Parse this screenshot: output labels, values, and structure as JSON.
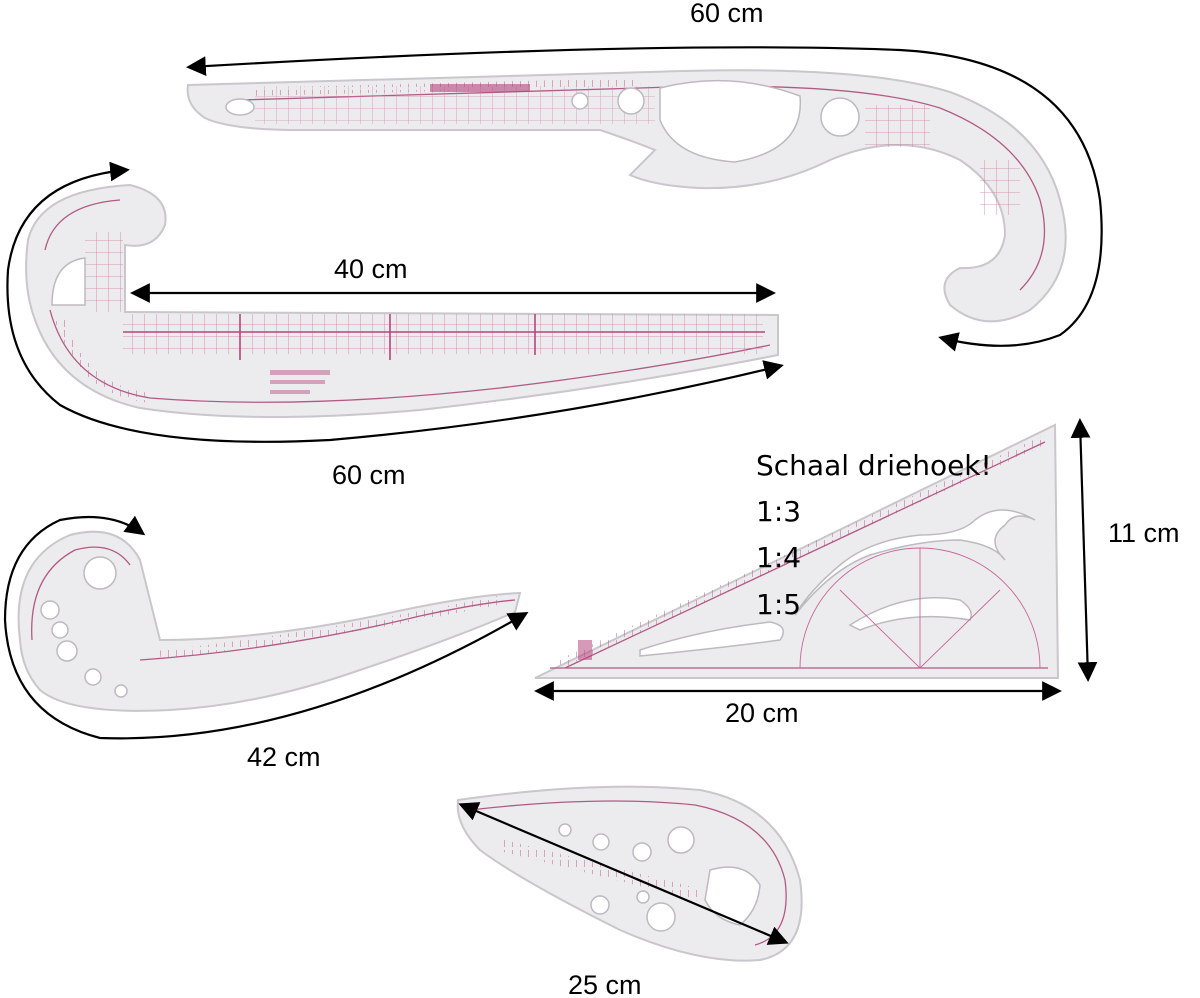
{
  "image": {
    "description_colors": {
      "background": "#ffffff",
      "ruler_body": "#ecebee",
      "ruler_markings": "#c9679a",
      "arrows_and_text": "#000000"
    }
  },
  "labels": {
    "top_curve_length": "60 cm",
    "l_ruler_width": "40 cm",
    "l_ruler_length": "60 cm",
    "french_curve_length": "42 cm",
    "triangle_base": "20 cm",
    "triangle_height": "11 cm",
    "teardrop_length": "25 cm"
  },
  "scale_note": {
    "title": "Schaal driehoek!",
    "scales": [
      "1:3",
      "1:4",
      "1:5"
    ]
  }
}
